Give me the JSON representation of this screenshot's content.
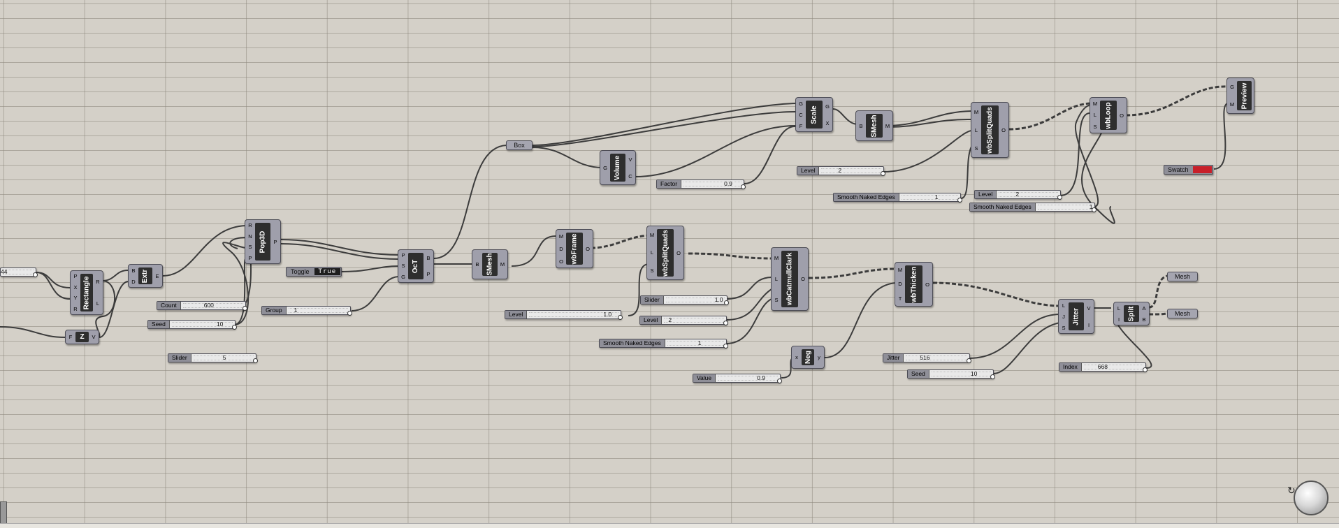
{
  "components": {
    "rectangle": {
      "name": "Rectangle",
      "inputs": [
        "P",
        "X",
        "Y",
        "R"
      ],
      "outputs": [
        "R",
        "L"
      ]
    },
    "z": {
      "name": "Z",
      "inputs": [
        "F"
      ],
      "outputs": [
        "V"
      ]
    },
    "extr": {
      "name": "Extr",
      "inputs": [
        "B",
        "D"
      ],
      "outputs": [
        "E"
      ]
    },
    "pop3d": {
      "name": "Pop3D",
      "inputs": [
        "R",
        "N",
        "S",
        "P"
      ],
      "outputs": [
        "P"
      ]
    },
    "oct": {
      "name": "OcT",
      "inputs": [
        "P",
        "S",
        "G"
      ],
      "outputs": [
        "B",
        "P"
      ]
    },
    "smesh1": {
      "name": "SMesh",
      "inputs": [
        "B"
      ],
      "outputs": [
        "M"
      ]
    },
    "wbframe": {
      "name": "wbFrame",
      "inputs": [
        "M",
        "D",
        "O"
      ],
      "outputs": [
        "O"
      ]
    },
    "wbsplitquads1": {
      "name": "wbSplitQuads",
      "inputs": [
        "M",
        "L",
        "S"
      ],
      "outputs": [
        "O"
      ]
    },
    "volume": {
      "name": "Volume",
      "inputs": [
        "G"
      ],
      "outputs": [
        "V",
        "C"
      ]
    },
    "scale": {
      "name": "Scale",
      "inputs": [
        "G",
        "C",
        "F"
      ],
      "outputs": [
        "G",
        "X"
      ]
    },
    "smesh2": {
      "name": "SMesh",
      "inputs": [
        "B"
      ],
      "outputs": [
        "M"
      ]
    },
    "wbsplitquads2": {
      "name": "wbSplitQuads",
      "inputs": [
        "M",
        "L",
        "S"
      ],
      "outputs": [
        "O"
      ]
    },
    "wbloop": {
      "name": "wbLoop",
      "inputs": [
        "M",
        "L",
        "S"
      ],
      "outputs": [
        "O"
      ]
    },
    "preview": {
      "name": "Preview",
      "inputs": [
        "G",
        "M"
      ],
      "outputs": []
    },
    "wbcatmullclark": {
      "name": "wbCatmullClark",
      "inputs": [
        "M",
        "L",
        "S"
      ],
      "outputs": [
        "O"
      ]
    },
    "wbthicken": {
      "name": "wbThicken",
      "inputs": [
        "M",
        "D",
        "T"
      ],
      "outputs": [
        "O"
      ]
    },
    "neg": {
      "name": "Neg",
      "inputs": [
        "x"
      ],
      "outputs": [
        "y"
      ]
    },
    "jitter": {
      "name": "Jitter",
      "inputs": [
        "L",
        "J",
        "S"
      ],
      "outputs": [
        "V",
        "I"
      ]
    },
    "split": {
      "name": "Split",
      "inputs": [
        "L",
        "I"
      ],
      "outputs": [
        "A",
        "B"
      ]
    }
  },
  "sliders": {
    "s44": {
      "label": "",
      "value": "44"
    },
    "count": {
      "label": "Count",
      "value": "600"
    },
    "seed1": {
      "label": "Seed",
      "value": "10"
    },
    "slider1": {
      "label": "Slider",
      "value": "5"
    },
    "group": {
      "label": "Group",
      "value": "1"
    },
    "factor": {
      "label": "Factor",
      "value": "0.9"
    },
    "level1": {
      "label": "Level",
      "value": "2"
    },
    "sne1": {
      "label": "Smooth Naked Edges",
      "value": "1"
    },
    "level2": {
      "label": "Level",
      "value": "2"
    },
    "sne2": {
      "label": "Smooth Naked Edges",
      "value": "1"
    },
    "level3": {
      "label": "Level",
      "value": "1.0"
    },
    "slider2": {
      "label": "Slider",
      "value": "1.0"
    },
    "level4": {
      "label": "Level",
      "value": "2"
    },
    "sne3": {
      "label": "Smooth Naked Edges",
      "value": "1"
    },
    "value": {
      "label": "Value",
      "value": "0.9"
    },
    "jitter": {
      "label": "Jitter",
      "value": "516"
    },
    "seed2": {
      "label": "Seed",
      "value": "10"
    },
    "index": {
      "label": "Index",
      "value": "668"
    }
  },
  "toggle": {
    "label": "Toggle",
    "value": "True"
  },
  "box": {
    "label": "Box"
  },
  "mesh_a": {
    "label": "Mesh"
  },
  "mesh_b": {
    "label": "Mesh"
  },
  "swatch": {
    "label": "Swatch",
    "color": "#c8202a"
  },
  "colors": {
    "canvas": "#d4d0c8",
    "component": "#9f9fab",
    "wire": "#3a3a3a"
  }
}
